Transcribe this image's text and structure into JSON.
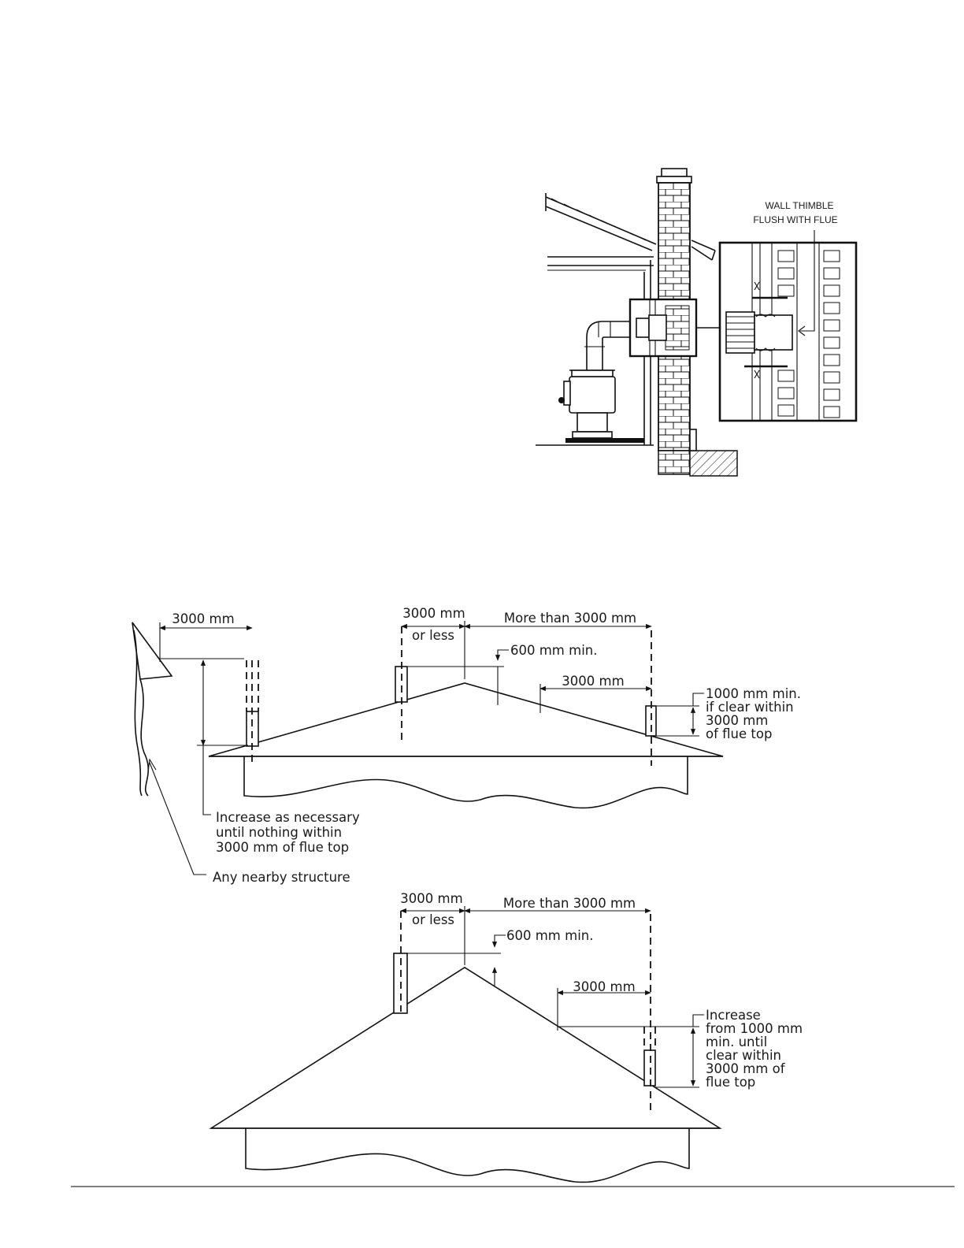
{
  "thimble_diagram": {
    "callout_line1": "WALL THIMBLE",
    "callout_line2": "FLUSH WITH FLUE"
  },
  "clearance_diagram_1": {
    "dim_left": "3000 mm",
    "dim_center_line1": "3000 mm",
    "dim_center_line2": "or less",
    "dim_right": "More than 3000 mm",
    "dim_min_height": "600 mm min.",
    "dim_inner": "3000 mm",
    "note_right": [
      "1000 mm min.",
      "if clear within",
      "3000 mm",
      "of flue top"
    ],
    "note_increase": [
      "Increase as necessary",
      "until nothing within",
      "3000 mm of flue top"
    ],
    "note_structure": "Any nearby structure"
  },
  "clearance_diagram_2": {
    "dim_center_line1": "3000 mm",
    "dim_center_line2": "or less",
    "dim_right": "More than 3000 mm",
    "dim_min_height": "600 mm min.",
    "dim_inner": "3000 mm",
    "note_right": [
      "Increase",
      "from 1000 mm",
      "min. until",
      "clear within",
      "3000 mm of",
      "flue top"
    ]
  }
}
